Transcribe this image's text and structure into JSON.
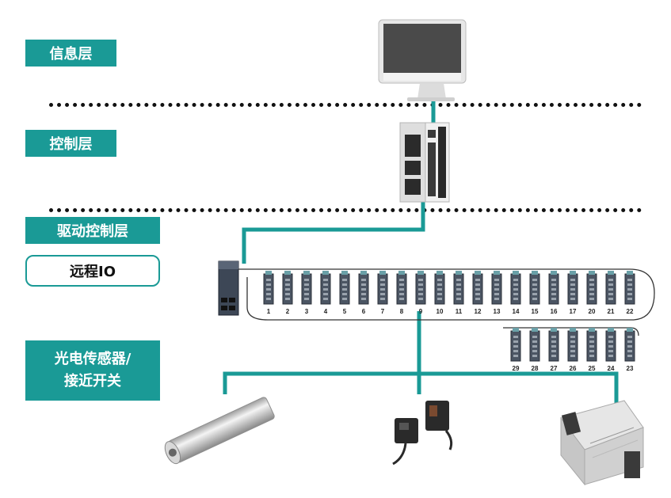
{
  "layers": {
    "info": "信息层",
    "control": "控制层",
    "drive": "驱动控制层",
    "remote_io": "远程IO",
    "sensor": "光电传感器/\n接近开关"
  },
  "io_modules": {
    "top_row": [
      "1",
      "2",
      "3",
      "4",
      "5",
      "6",
      "7",
      "8",
      "9",
      "10",
      "11",
      "12",
      "13",
      "14",
      "15",
      "16",
      "17",
      "20",
      "21",
      "22"
    ],
    "bottom_row": [
      "29",
      "28",
      "27",
      "26",
      "25",
      "24",
      "23"
    ]
  },
  "colors": {
    "accent": "#1a9a96",
    "line": "#1a9a96"
  }
}
